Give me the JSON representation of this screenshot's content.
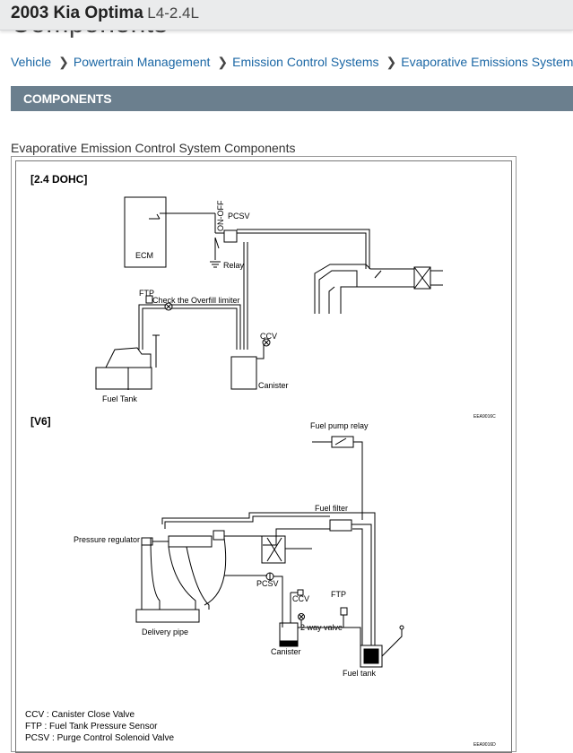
{
  "header": {
    "vehicle": "2003 Kia Optima",
    "engine": "L4-2.4L",
    "page_heading": "Components"
  },
  "breadcrumb": [
    "Vehicle",
    "Powertrain Management",
    "Emission Control Systems",
    "Evaporative Emissions System"
  ],
  "section_title": "COMPONENTS",
  "figure": {
    "caption": "Evaporative Emission Control System Components",
    "dohc": {
      "heading": "[2.4 DOHC]",
      "ecm": "ECM",
      "on_off": "ON-OFF",
      "pcsv": "PCSV",
      "relay": "Relay",
      "ftp": "FTP",
      "overfill": "Check the Overfill limiter",
      "ccv": "CCV",
      "canister": "Canister",
      "fuel_tank": "Fuel Tank",
      "code": "EEA9016C"
    },
    "v6": {
      "heading": "[V6]",
      "fuel_pump_relay": "Fuel pump relay",
      "fuel_filter": "Fuel filter",
      "pressure_regulator": "Pressure regulator",
      "pcsv": "PCSV",
      "ccv": "CCV",
      "ftp": "FTP",
      "two_way_valve": "2 way valve",
      "delivery_pipe": "Delivery pipe",
      "canister": "Canister",
      "fuel_tank": "Fuel tank",
      "code": "EEA9016D"
    },
    "legend": [
      "CCV : Canister Close Valve",
      "FTP : Fuel Tank Pressure Sensor",
      "PCSV : Purge Control Solenoid Valve"
    ]
  }
}
